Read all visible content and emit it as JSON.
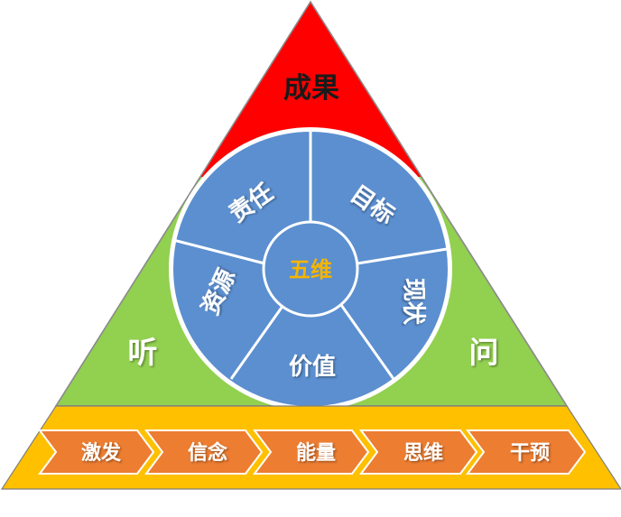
{
  "pyramid": {
    "top_label": "成果",
    "left_label": "听",
    "right_label": "问"
  },
  "wheel": {
    "center_label": "五维",
    "segments": [
      "责任",
      "目标",
      "现状",
      "价值",
      "资源"
    ]
  },
  "bottom_steps": [
    "激发",
    "信念",
    "能量",
    "思维",
    "干预"
  ],
  "colors": {
    "top_red": "#ff0000",
    "body_green": "#92d050",
    "wheel_blue": "#5b8fd0",
    "wheel_stroke": "#ffffff",
    "center_text": "#f5b400",
    "base_yellow": "#ffc000",
    "arrow_orange": "#ed7d31"
  }
}
